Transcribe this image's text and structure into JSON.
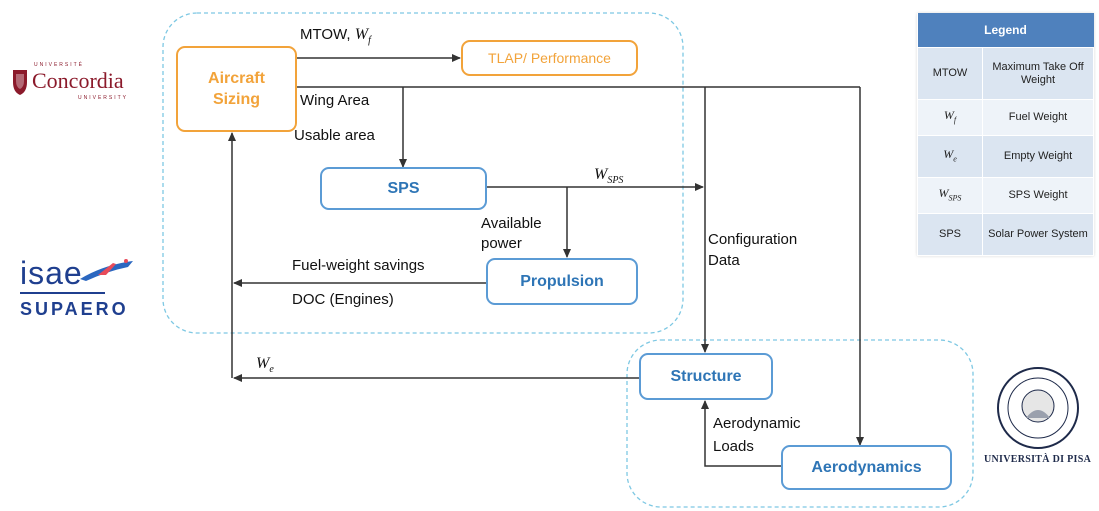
{
  "boxes": {
    "aircraft_sizing": "Aircraft\nSizing",
    "tlap": "TLAP/ Performance",
    "sps": "SPS",
    "propulsion": "Propulsion",
    "structure": "Structure",
    "aerodynamics": "Aerodynamics"
  },
  "labels": {
    "mtow": "MTOW,",
    "wf_base": "W",
    "wf_sub": "f",
    "wing_area": "Wing Area",
    "usable_area": "Usable area",
    "wsps_base": "W",
    "wsps_sub": "SPS",
    "available": "Available",
    "power": "power",
    "configuration": "Configuration",
    "data": "Data",
    "fuel_weight_savings": "Fuel-weight savings",
    "doc_engines": "DOC (Engines)",
    "we_base": "W",
    "we_sub": "e",
    "aerodynamic": "Aerodynamic",
    "loads": "Loads"
  },
  "legend": {
    "title": "Legend",
    "rows": [
      {
        "symbol": "MTOW",
        "meaning": "Maximum Take Off Weight"
      },
      {
        "symbol": "Wf",
        "meaning": "Fuel Weight"
      },
      {
        "symbol": "We",
        "meaning": "Empty Weight"
      },
      {
        "symbol": "WSPS",
        "meaning": "SPS Weight"
      },
      {
        "symbol": "SPS",
        "meaning": "Solar Power System"
      }
    ]
  },
  "logos": {
    "concordia": "Concordia",
    "concordia_top": "UNIVERSITÉ",
    "concordia_bottom": "UNIVERSITY",
    "isae": "isae",
    "supaero": "SUPAERO",
    "pisa": "UNIVERSITÀ DI PISA"
  },
  "colors": {
    "blue_box": "#5b9bd5",
    "blue_text": "#2e75b6",
    "orange": "#f2a33a",
    "dashed_group": "#7ec8e3",
    "legend_header": "#4f81bd"
  }
}
